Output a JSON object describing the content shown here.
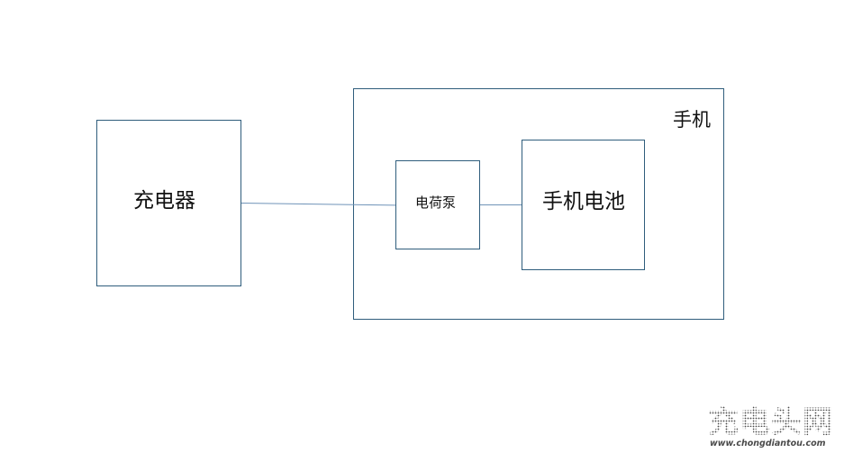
{
  "diagram": {
    "charger_label": "充电器",
    "phone_label": "手机",
    "charge_pump_label": "电荷泵",
    "battery_label": "手机电池"
  },
  "watermark": {
    "brand_text": "充电头网",
    "url_text": "www.chongdiantou.com"
  },
  "colors": {
    "box_border": "#2f5d7c",
    "connector_line": "#6f93b8",
    "text": "#111111",
    "watermark": "#4a4a4a"
  }
}
